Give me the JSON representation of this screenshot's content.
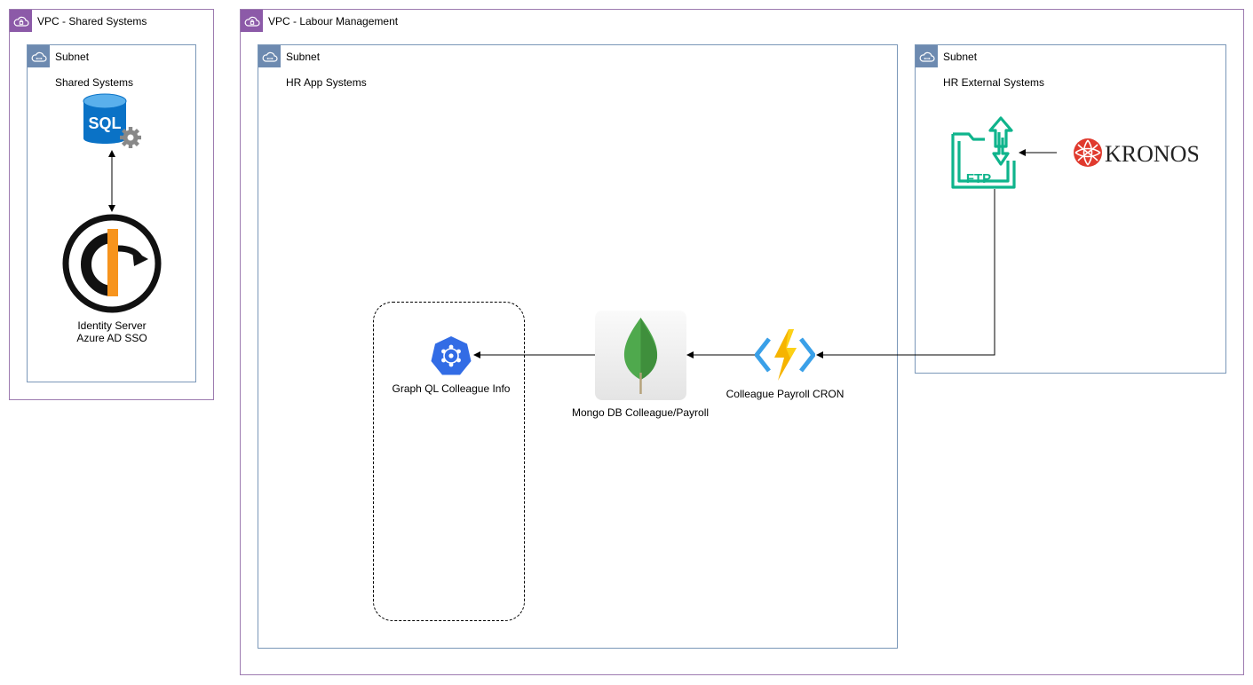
{
  "vpcs": {
    "shared": {
      "title": "VPC - Shared Systems"
    },
    "labour": {
      "title": "VPC - Labour Management"
    }
  },
  "subnets": {
    "shared": {
      "title": "Subnet",
      "label": "Shared Systems"
    },
    "hr_app": {
      "title": "Subnet",
      "label": "HR App Systems"
    },
    "hr_external": {
      "title": "Subnet",
      "label": "HR External Systems"
    }
  },
  "nodes": {
    "sql": {
      "label": "SQL"
    },
    "identity": {
      "label_line1": "Identity Server",
      "label_line2": "Azure AD SSO"
    },
    "graphql": {
      "label": "Graph QL Colleague Info"
    },
    "mongo": {
      "label": "Mongo DB Colleague/Payroll"
    },
    "cron": {
      "label": "Colleague Payroll CRON"
    },
    "ftp": {
      "label": "FTP"
    },
    "kronos": {
      "label": "KRONOS"
    }
  },
  "colors": {
    "vpc_border": "#9d7bb0",
    "vpc_badge": "#8c5aa8",
    "subnet_border": "#7a97b8",
    "subnet_badge": "#6d8ab0",
    "sql_blue": "#0a72c6",
    "ftp_green": "#0fb48c",
    "kronos_red": "#e03a2e",
    "identity_orange": "#f7941d",
    "graphql_blue": "#326ce5",
    "mongo_green": "#4fa94d",
    "bolt_yellow": "#f6b400",
    "bracket_blue": "#3aa0e8"
  }
}
